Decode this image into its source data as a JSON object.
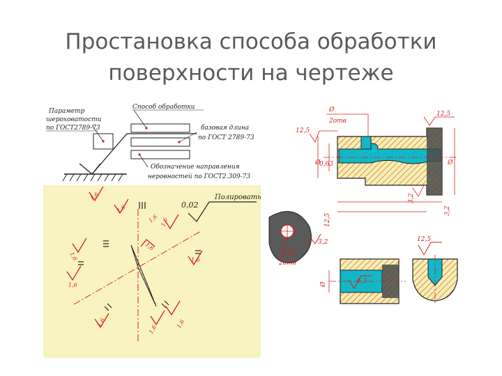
{
  "slide": {
    "title_line1": "Простановка способа обработки",
    "title_line2": "поверхности на чертеже"
  },
  "legend": {
    "param_line1": "Параметр",
    "param_line2": "шероховатости",
    "param_line3": "по ГОСТ2789-73",
    "method": "Способ обработки",
    "base_line1": "базовая длина",
    "base_line2": "по ГОСТ 2789-73",
    "direction_line1": "Обозначение направления",
    "direction_line2": "неровностей по ГОСТ2.309-73"
  },
  "example": {
    "value": "0,02",
    "method": "Полировать"
  },
  "rotated_values": [
    "1,6",
    "1,6",
    "1,6",
    "1,6",
    "1,6",
    "1,6",
    "1,6",
    "1,6",
    "1,6",
    "1,6",
    "1,6"
  ],
  "shaft": {
    "d_2otv": "Ø",
    "note_2otv": "2отв",
    "r_top": "12,5",
    "r_left": "12,5",
    "r_center": "0,63",
    "r_right": "3,2",
    "r_bottom": "3,2",
    "r_side": "12,5",
    "d_left": "Ø",
    "d_right": "Ø"
  },
  "flange": {
    "d_label": "Ø12",
    "note": "2отв",
    "r": "3,2"
  },
  "bushing": {
    "d": "Ø",
    "r": "6,3"
  },
  "cup": {
    "r": "12,5"
  },
  "colors": {
    "red": "#d42020",
    "cyan": "#12b8c8",
    "dark_fill": "#4a4a4a",
    "hatch_bg": "#f5f0b0",
    "panel_bg": "#f8f3c0"
  }
}
